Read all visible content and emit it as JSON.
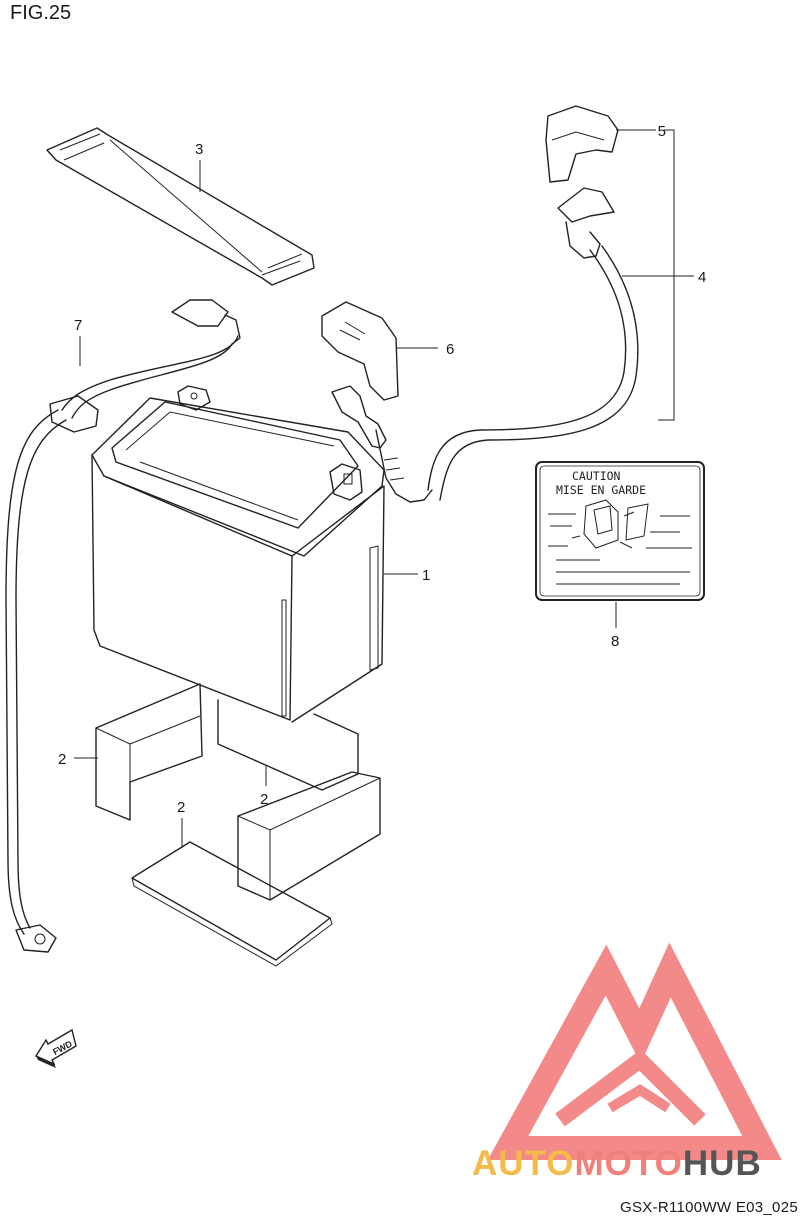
{
  "figure_title": "FIG.25",
  "footer_code": "GSX-R1100WW  E03_025",
  "callouts": {
    "c1": "1",
    "c2a": "2",
    "c2b": "2",
    "c2c": "2",
    "c3": "3",
    "c4": "4",
    "c5": "5",
    "c6": "6",
    "c7": "7",
    "c8": "8"
  },
  "caution_label": {
    "line1": "CAUTION",
    "line2": "MISE EN GARDE"
  },
  "fwd_arrow": {
    "text": "FWD",
    "icon": "fwd-arrow-icon"
  },
  "watermark": {
    "auto": "AUTO",
    "moto": "MOTO",
    "hub": "HUB",
    "colors": {
      "triangle": "#f27d7d",
      "auto": "#f4ba4a",
      "moto": "#f0807a",
      "hub": "#555555"
    }
  }
}
